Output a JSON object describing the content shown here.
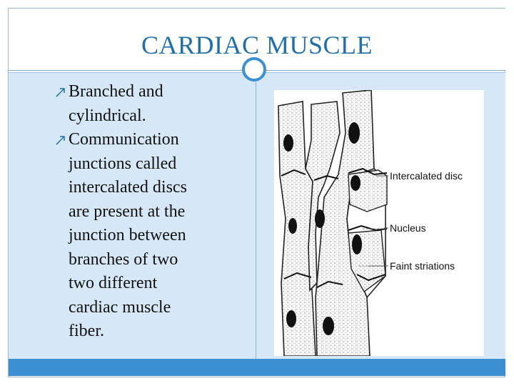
{
  "slide": {
    "title": "CARDIAC MUSCLE",
    "bullets": [
      {
        "first": "Branched and",
        "rest": [
          "cylindrical."
        ]
      },
      {
        "first": "Communication",
        "rest": [
          "junctions called",
          "intercalated discs",
          "are present at the",
          "junction between",
          "branches of two",
          "two different",
          "cardiac muscle",
          "fiber."
        ]
      }
    ]
  },
  "diagram": {
    "labels": {
      "intercalated": "Intercalated disc",
      "nucleus": "Nucleus",
      "striations": "Faint striations"
    }
  },
  "colors": {
    "title": "#1f6fa8",
    "accent": "#3c8fd0",
    "content_bg": "#d6e8f7"
  },
  "icons": {
    "bullet": "arrow-bullet-icon",
    "divider": "circle-ornament-icon"
  }
}
